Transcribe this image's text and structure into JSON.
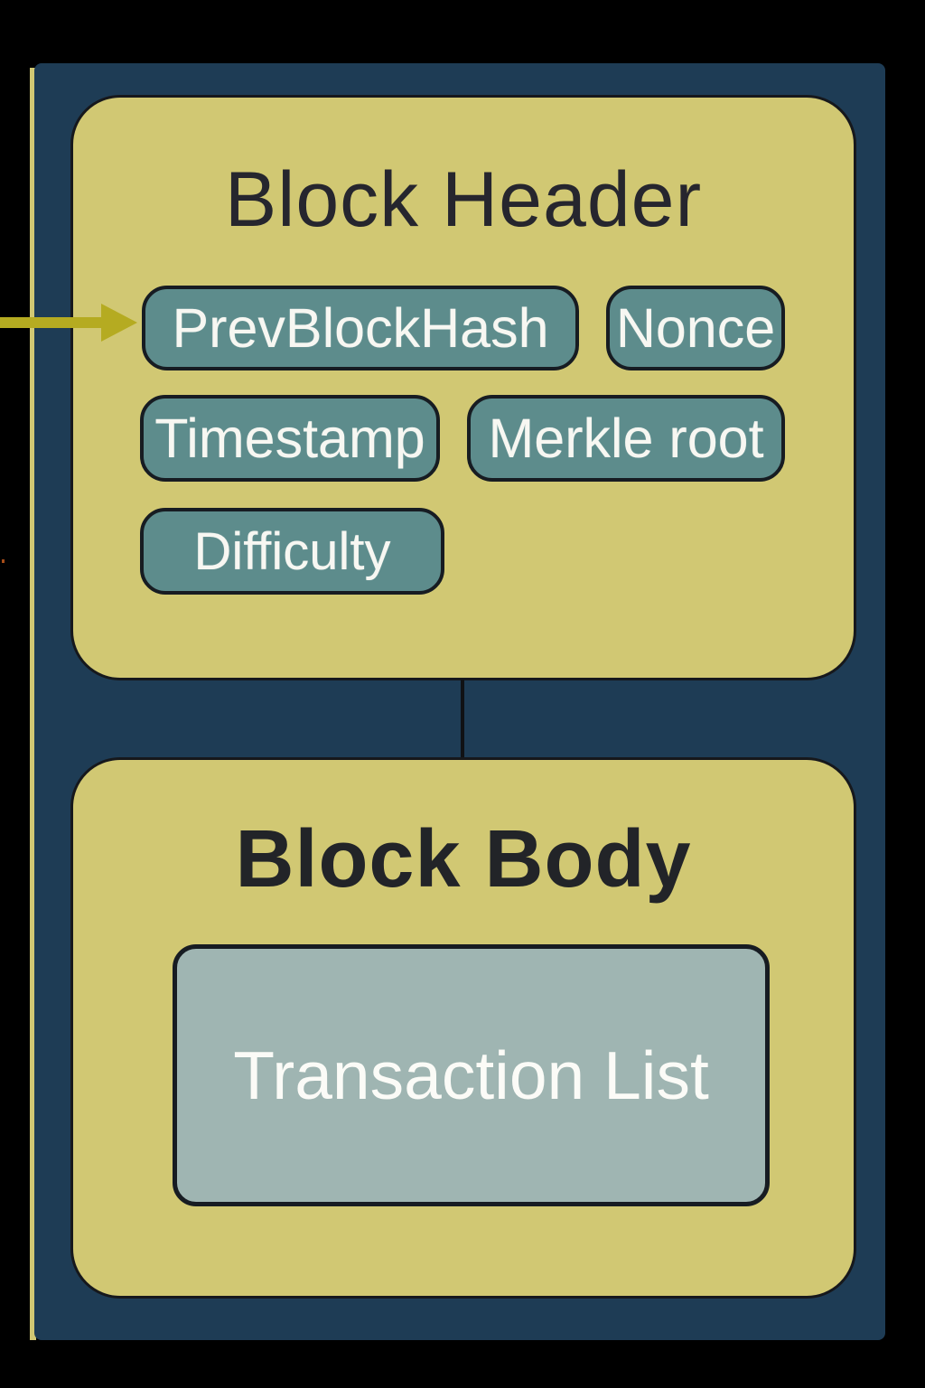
{
  "block": {
    "header": {
      "title": "Block Header",
      "fields": [
        {
          "label": "PrevBlockHash"
        },
        {
          "label": "Nonce"
        },
        {
          "label": "Timestamp"
        },
        {
          "label": "Merkle root"
        },
        {
          "label": "Difficulty"
        }
      ]
    },
    "body": {
      "title": "Block Body",
      "content": {
        "label": "Transaction List"
      }
    }
  },
  "icons": {
    "arrow": "prev-block-hash-pointer-arrow"
  },
  "colors": {
    "background": "#000000",
    "block_outline": "#1e3c55",
    "panel_fill": "#d1c873",
    "field_fill": "#5d8c8c",
    "transaction_fill": "#9fb5b2",
    "arrow": "#b5ab21",
    "dark_border": "#16181c",
    "title_text": "#26262e",
    "field_text": "#f7f7f2"
  }
}
